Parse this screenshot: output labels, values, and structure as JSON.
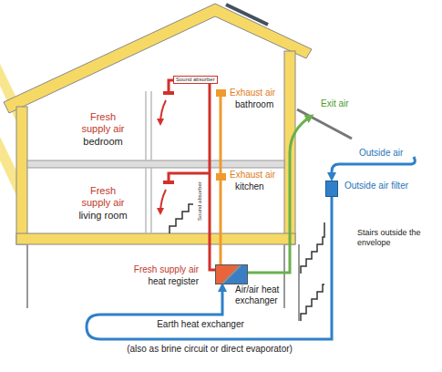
{
  "diagram": {
    "nodes": [
      {
        "text": [
          "Air/air heat exchanger"
        ]
      },
      {
        "text": [
          "Outside air filter"
        ]
      }
    ],
    "edges": [
      {
        "from": 1,
        "to": 0,
        "arrow": "to"
      }
    ],
    "labels": [
      "Sound absorber",
      "Fresh supply air",
      "bedroom",
      "Exhaust air",
      "bathroom",
      "Exit air",
      "Outside air",
      "Fresh supply air",
      "living room",
      "Exhaust air",
      "kitchen",
      "Sound absorber",
      "Stairs outside the envelope",
      "Fresh supply air",
      "heat register",
      "Earth heat exchanger",
      "(also as brine circuit or direct evaporator)"
    ]
  }
}
